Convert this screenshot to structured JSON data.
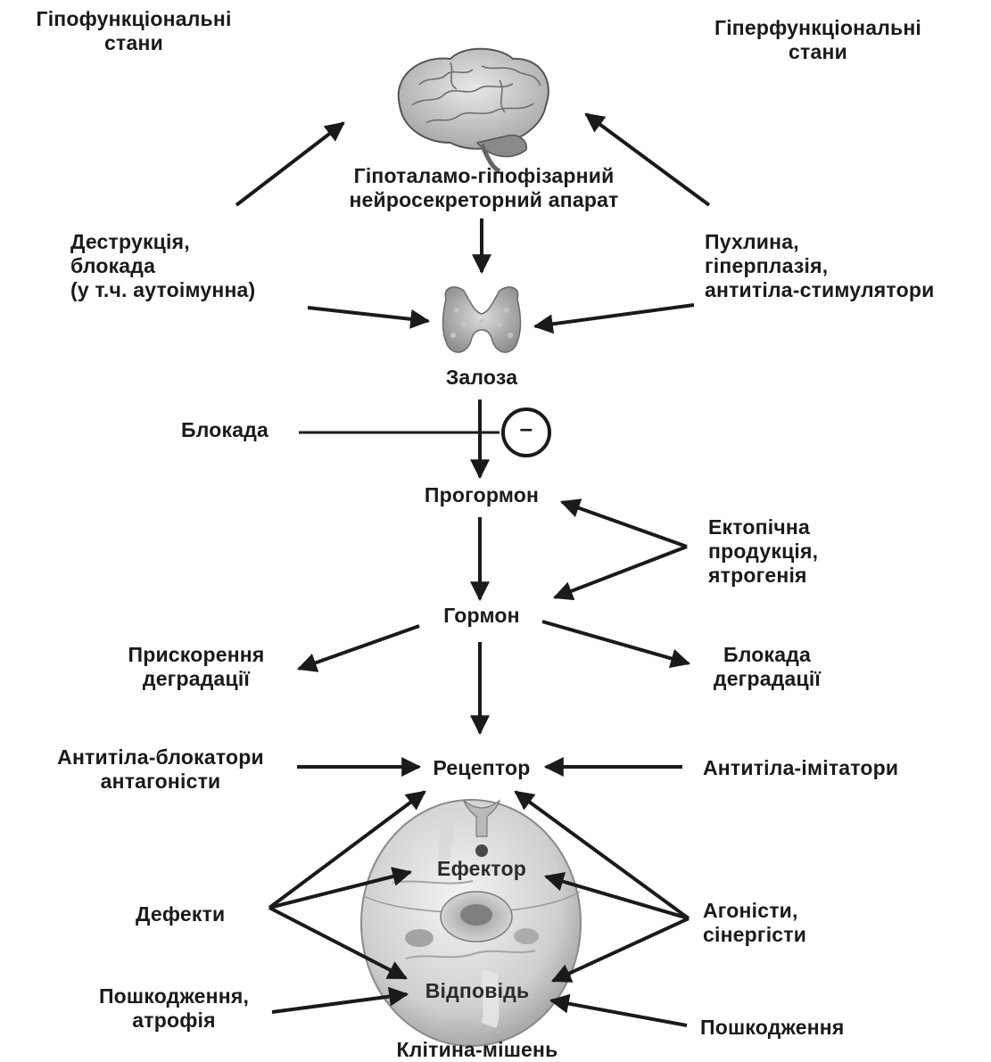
{
  "labels": {
    "hypo": "Гіпофункціональні\nстани",
    "hyper": "Гіперфункціональні\nстани",
    "hypothalamo": "Гіпоталамо-гіпофізарний\nнейросекреторний апарат",
    "destruction": "Деструкція,\nблокада\n(у т.ч. аутоімунна)",
    "tumor": "Пухлина,\nгіперплазія,\nантитіла-стимулятори",
    "gland": "Залоза",
    "blockade": "Блокада",
    "minus": "–",
    "prohormone": "Прогормон",
    "ectopic": "Ектопічна\nпродукція,\nятрогенія",
    "hormone": "Гормон",
    "accel": "Прискорення\nдеградації",
    "block_degr": "Блокада\nдеградації",
    "ab_block": "Антитіла-блокатори\nантагоністи",
    "receptor": "Рецептор",
    "ab_imit": "Антитіла-імітатори",
    "effector": "Ефектор",
    "defects": "Дефекти",
    "agonists": "Агоністи,\nсінергісти",
    "response": "Відповідь",
    "damage_atrophy": "Пошкодження,\nатрофія",
    "damage": "Пошкодження",
    "target_cell": "Клітина-мішень"
  }
}
